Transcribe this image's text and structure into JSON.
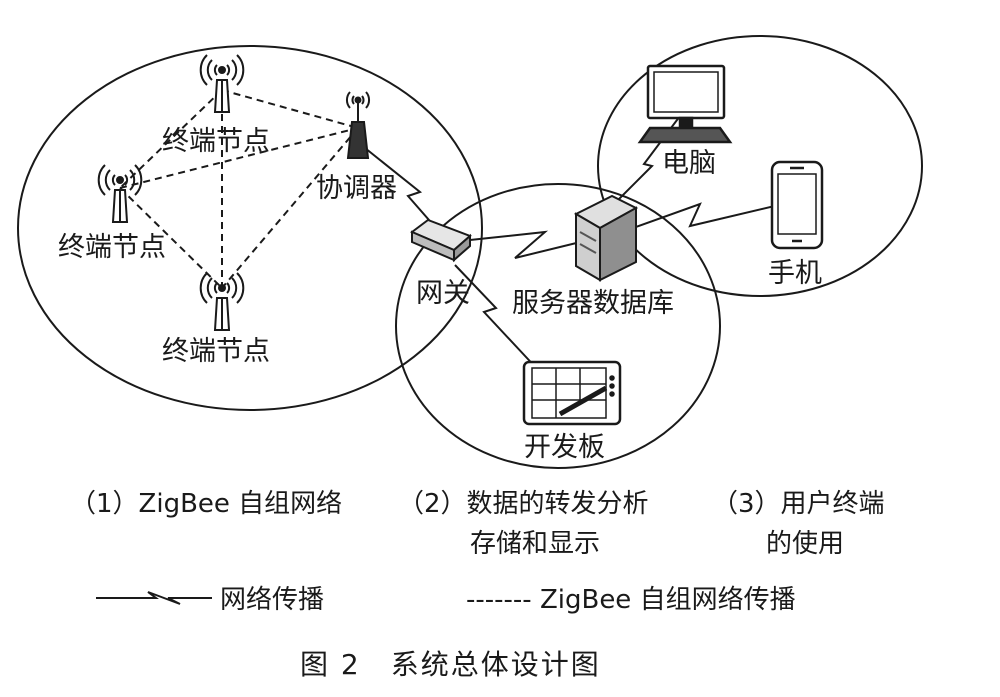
{
  "nodes": {
    "terminal_top": "终端节点",
    "terminal_left": "终端节点",
    "terminal_bottom": "终端节点",
    "coordinator": "协调器",
    "gateway": "网关",
    "server": "服务器数据库",
    "devboard": "开发板",
    "computer": "电脑",
    "phone": "手机"
  },
  "captions": {
    "part1": "（1）ZigBee 自组网络",
    "part2_line1": "（2）数据的转发分析",
    "part2_line2": "存储和显示",
    "part3_line1": "（3）用户终端",
    "part3_line2": "的使用"
  },
  "legend": {
    "network": "网络传播",
    "zigbee": "------- ZigBee 自组网络传播"
  },
  "figure_caption": "图 2　系统总体设计图"
}
